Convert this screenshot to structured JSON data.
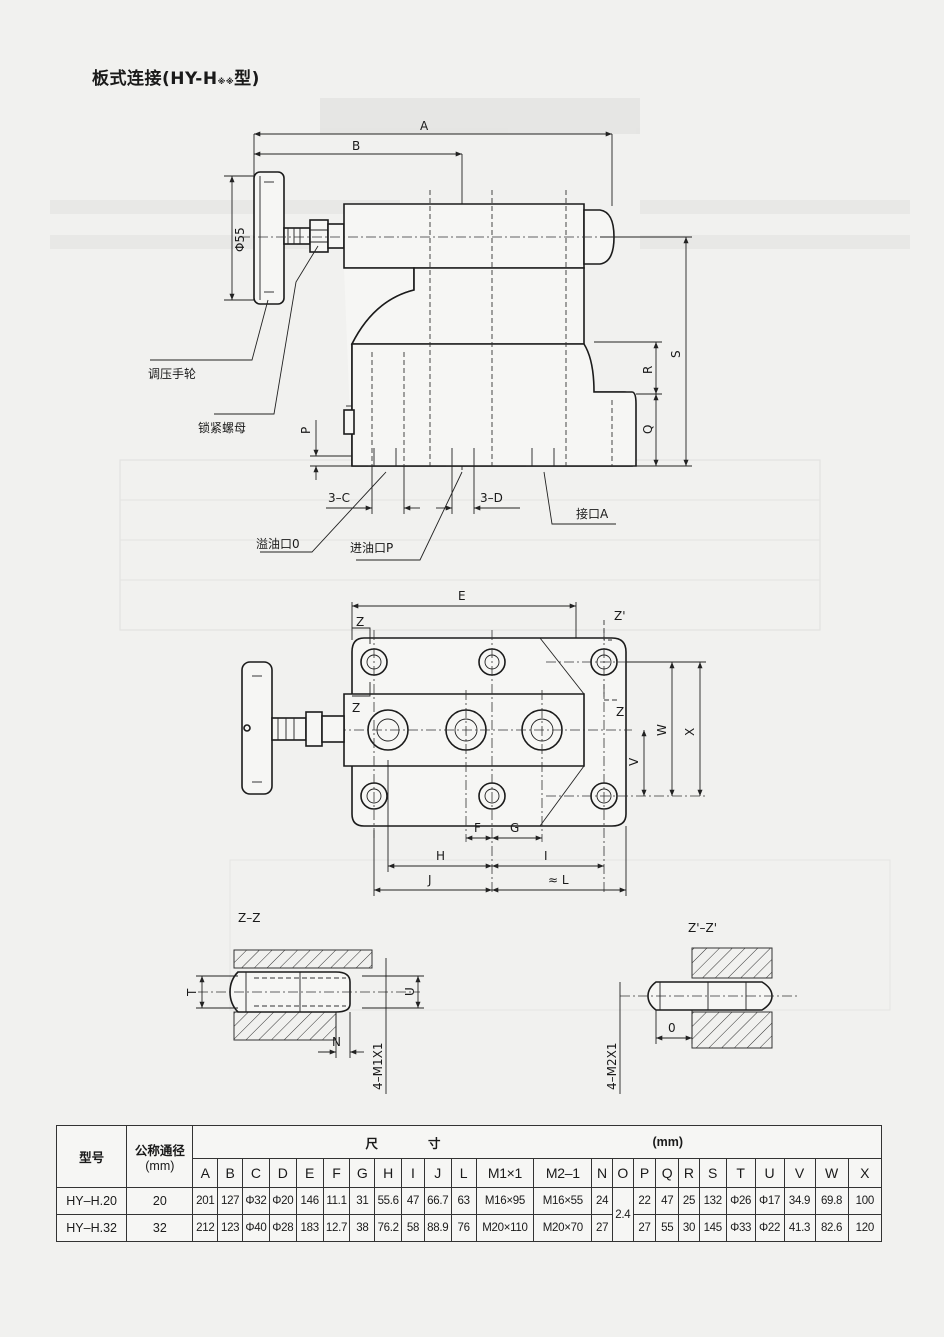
{
  "title": {
    "main": "板式连接(HY-H",
    "sub": "※※",
    "tail": "型)"
  },
  "drawing": {
    "labels": {
      "A": "A",
      "B": "B",
      "phi55": "Φ55",
      "S": "S",
      "R": "R",
      "Q": "Q",
      "P": "P",
      "three_c": "3–C",
      "three_d": "3–D",
      "port_a": "接口A",
      "overflow_port": "溢油口0",
      "inlet_port": "进油口P",
      "handwheel": "调压手轮",
      "lock_nut": "锁紧螺母",
      "E": "E",
      "Z": "Z",
      "Z_prime": "Z'",
      "W": "W",
      "X": "X",
      "V": "V",
      "F": "F",
      "G": "G",
      "H": "H",
      "I": "I",
      "J": "J",
      "L": "≈ L",
      "zz": "Z–Z",
      "zz_prime": "Z'–Z'",
      "T": "T",
      "U": "U",
      "N": "N",
      "O": "0",
      "m1": "4–M1X1",
      "m2": "4–M2X1"
    }
  },
  "table": {
    "header": {
      "model": "型号",
      "nominal": "公称通径",
      "nominal_unit": "(mm)",
      "dimension": "尺　　　　寸",
      "dimension_unit": "(mm)"
    },
    "letters": [
      "A",
      "B",
      "C",
      "D",
      "E",
      "F",
      "G",
      "H",
      "I",
      "J",
      "L",
      "M1×1",
      "M2–1",
      "N",
      "O",
      "P",
      "Q",
      "R",
      "S",
      "T",
      "U",
      "V",
      "W",
      "X"
    ],
    "rows": [
      {
        "model": "HY–H.20",
        "nominal": "20",
        "values": [
          "201",
          "127",
          "Φ32",
          "Φ20",
          "146",
          "11.1",
          "31",
          "55.6",
          "47",
          "66.7",
          "63",
          "M16×95",
          "M16×55",
          "24",
          "22",
          "47",
          "25",
          "132",
          "Φ26",
          "Φ17",
          "34.9",
          "69.8",
          "100"
        ]
      },
      {
        "model": "HY–H.32",
        "nominal": "32",
        "values": [
          "212",
          "123",
          "Φ40",
          "Φ28",
          "183",
          "12.7",
          "38",
          "76.2",
          "58",
          "88.9",
          "76",
          "M20×110",
          "M20×70",
          "27",
          "27",
          "55",
          "30",
          "145",
          "Φ33",
          "Φ22",
          "41.3",
          "82.6",
          "120"
        ]
      }
    ],
    "p_shared": "2.4"
  }
}
